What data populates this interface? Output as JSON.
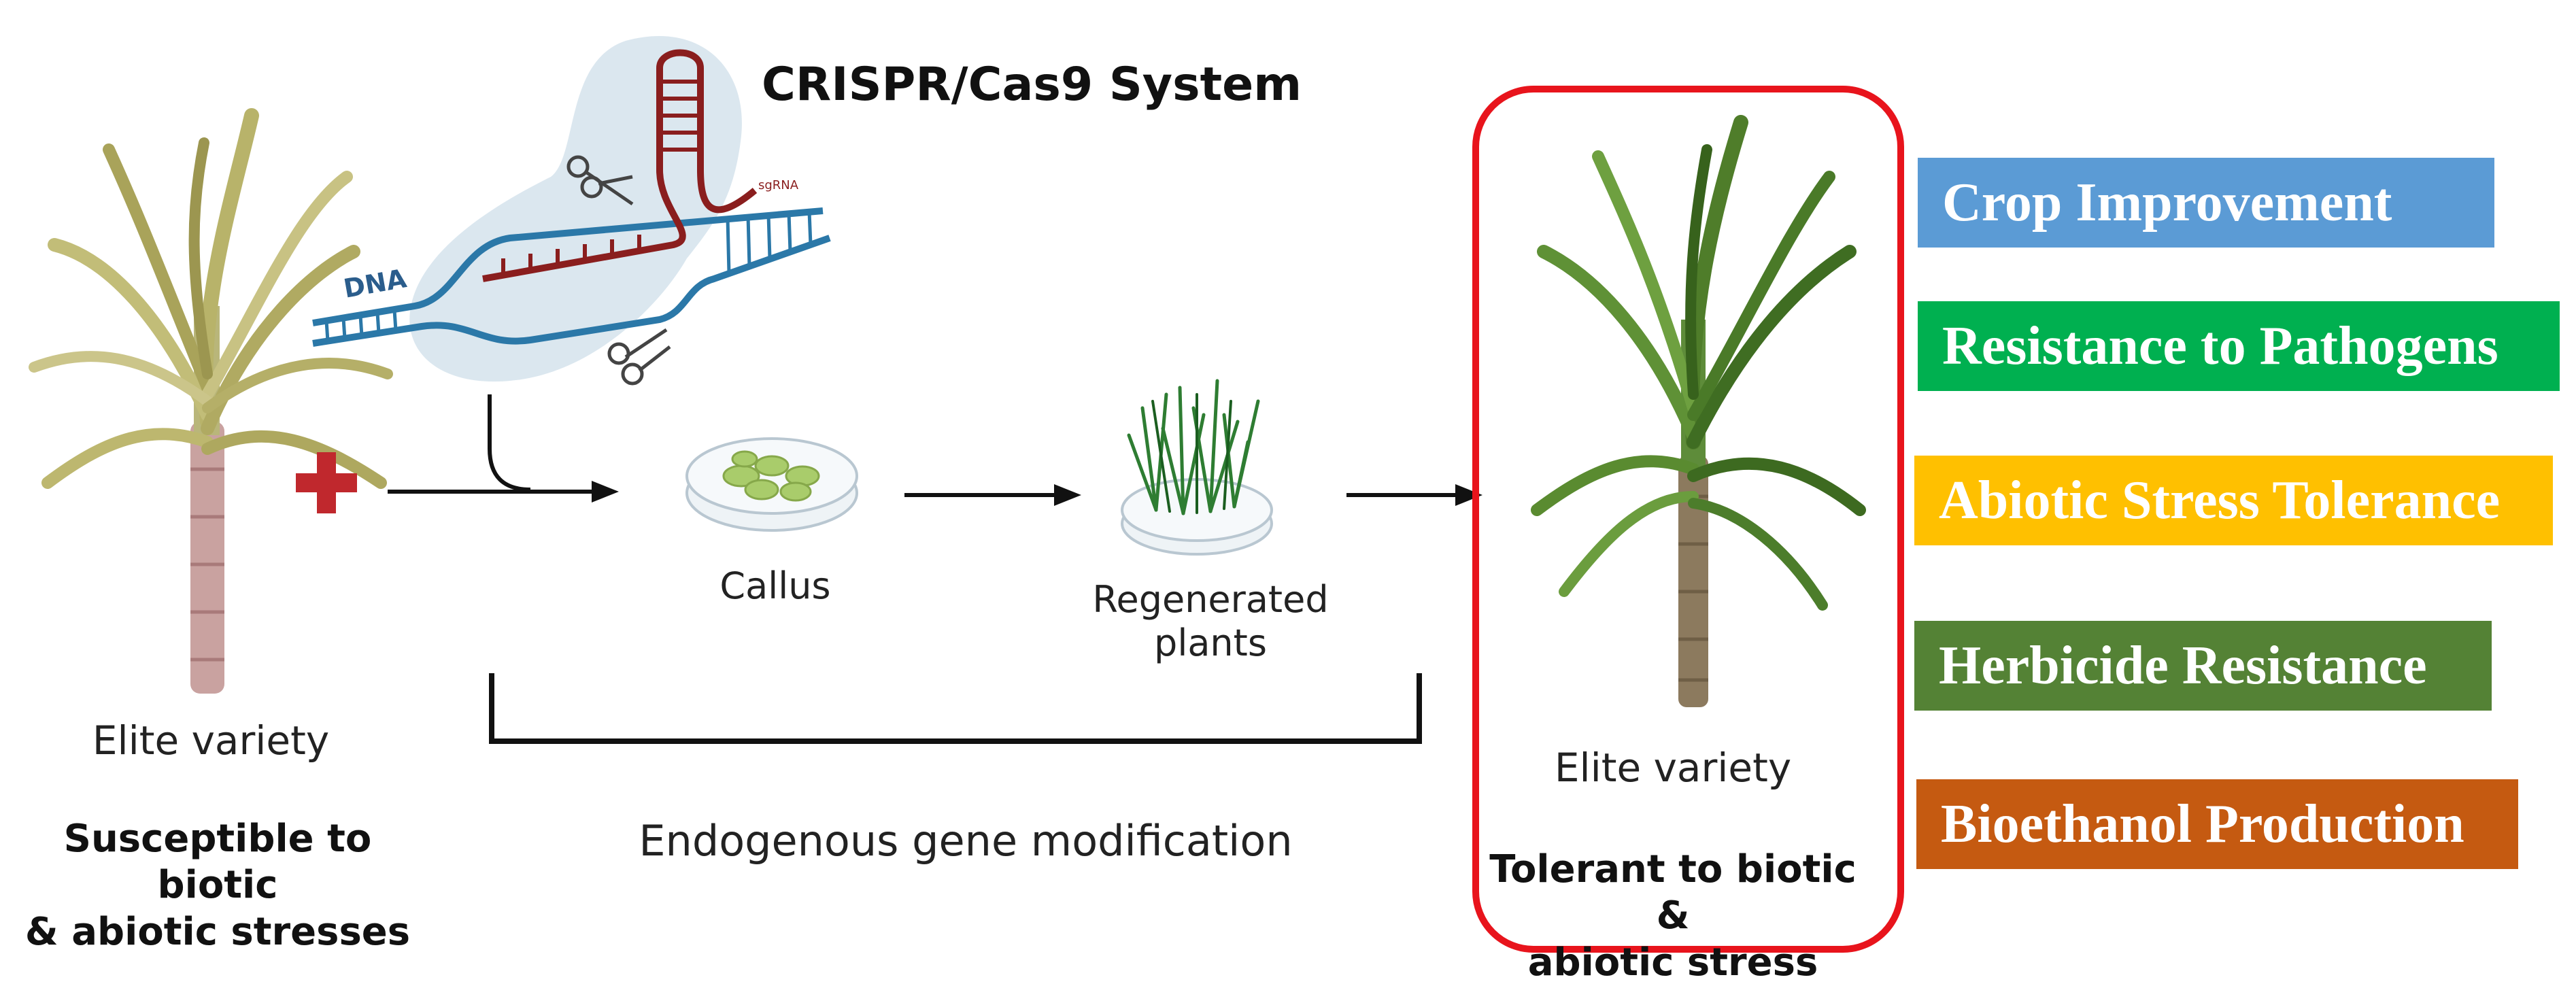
{
  "title": "CRISPR/Cas9 System",
  "dna_label": "DNA",
  "sgrna_label": "sgRNA",
  "left_plant": {
    "name": "Elite variety",
    "description_line1": "Susceptible to biotic",
    "description_line2": "& abiotic stresses"
  },
  "steps": {
    "callus": "Callus",
    "regenerated_line1": "Regenerated",
    "regenerated_line2": "plants"
  },
  "bracket_label": "Endogenous gene modification",
  "right_plant": {
    "name": "Elite variety",
    "description_line1": "Tolerant to biotic &",
    "description_line2": "abiotic stress"
  },
  "applications": [
    {
      "label": "Crop Improvement",
      "color": "#5b9bd5"
    },
    {
      "label": "Resistance to Pathogens",
      "color": "#00b050"
    },
    {
      "label": "Abiotic Stress Tolerance",
      "color": "#ffc000"
    },
    {
      "label": "Herbicide Resistance",
      "color": "#548235"
    },
    {
      "label": "Bioethanol Production",
      "color": "#c55a11"
    }
  ],
  "colors": {
    "frame": "#e8141c",
    "plus": "#c0282d",
    "dna": "#2b78a8",
    "rna": "#8a1e1e",
    "bubble": "#dbe7ef"
  }
}
